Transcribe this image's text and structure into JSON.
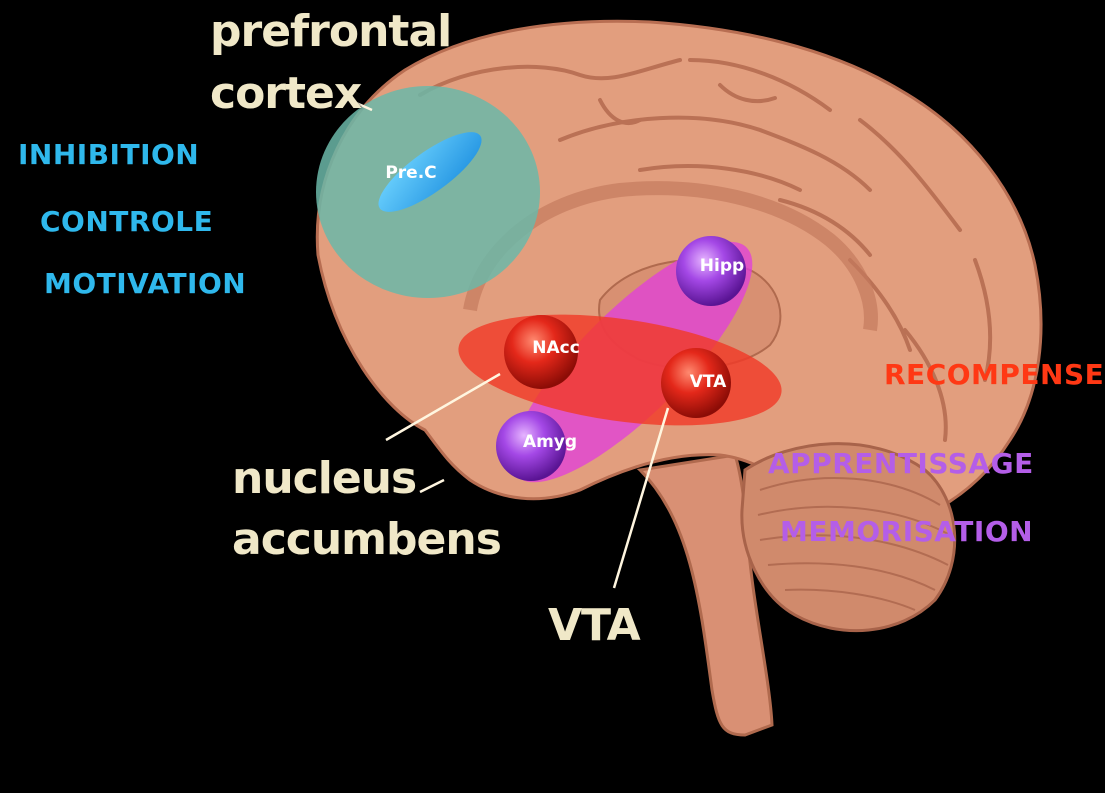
{
  "anatomy_labels": {
    "prefrontal_line1": "prefrontal",
    "prefrontal_line2": "cortex",
    "nucleus_line1": "nucleus",
    "nucleus_line2": "accumbens",
    "vta": "VTA"
  },
  "functions": {
    "inhibition": "INHIBITION",
    "controle": "CONTROLE",
    "motivation": "MOTIVATION",
    "recompense": "RECOMPENSE",
    "apprentissage": "APPRENTISSAGE",
    "memorisation": "MEMORISATION"
  },
  "nodes": {
    "prec": "Pre.C",
    "nacc": "NAcc",
    "vta": "VTA",
    "hipp": "Hipp",
    "amyg": "Amyg"
  },
  "colors": {
    "background": "#000000",
    "brain": "#e09c7c",
    "brain_dark": "#b86e52",
    "anatomy_text": "#f0e8c8",
    "cyan": "#2fb8ec",
    "red": "#ff3814",
    "violet": "#b45ee8",
    "teal_region": "#6bb7a8",
    "red_region": "#f03a28",
    "magenta_region": "#e040d8",
    "node_red": "#d81c10",
    "node_purple": "#9a38d8"
  }
}
